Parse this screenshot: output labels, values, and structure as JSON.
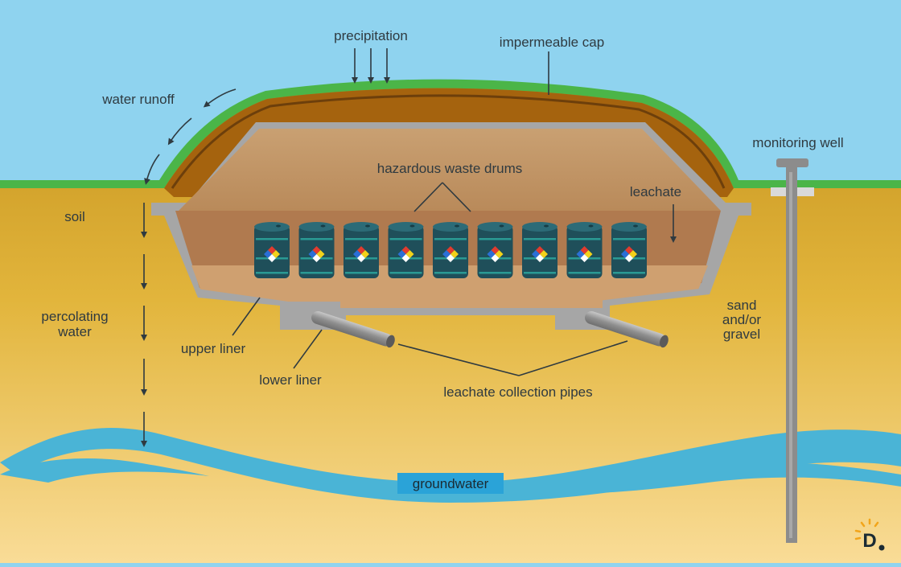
{
  "labels": {
    "precipitation": "precipitation",
    "impermeable_cap": "impermeable cap",
    "water_runoff": "water runoff",
    "monitoring_well": "monitoring well",
    "hazardous_waste_drums": "hazardous waste drums",
    "leachate": "leachate",
    "soil": "soil",
    "percolating_water_line1": "percolating",
    "percolating_water_line2": "water",
    "sand_gravel_line1": "sand",
    "sand_gravel_line2": "and/or",
    "sand_gravel_line3": "gravel",
    "upper_liner": "upper liner",
    "lower_liner": "lower liner",
    "leachate_collection_pipes": "leachate collection pipes",
    "groundwater": "groundwater"
  },
  "logo": {
    "letter": "D"
  },
  "drum_count": 9,
  "colors": {
    "sky": "#8fd3ef",
    "grass_cap": "#4bb548",
    "soil_top": "#c99a2a",
    "soil_bottom": "#f8d98f",
    "landfill_soil": "#a5630e",
    "liner": "#a6a6a6",
    "waste_fill": "#c89b6a",
    "drum": "#1f4f5a",
    "drum_stripe": "#2a9a94",
    "groundwater": "#4ab4d6",
    "text": "#2f3a40"
  }
}
